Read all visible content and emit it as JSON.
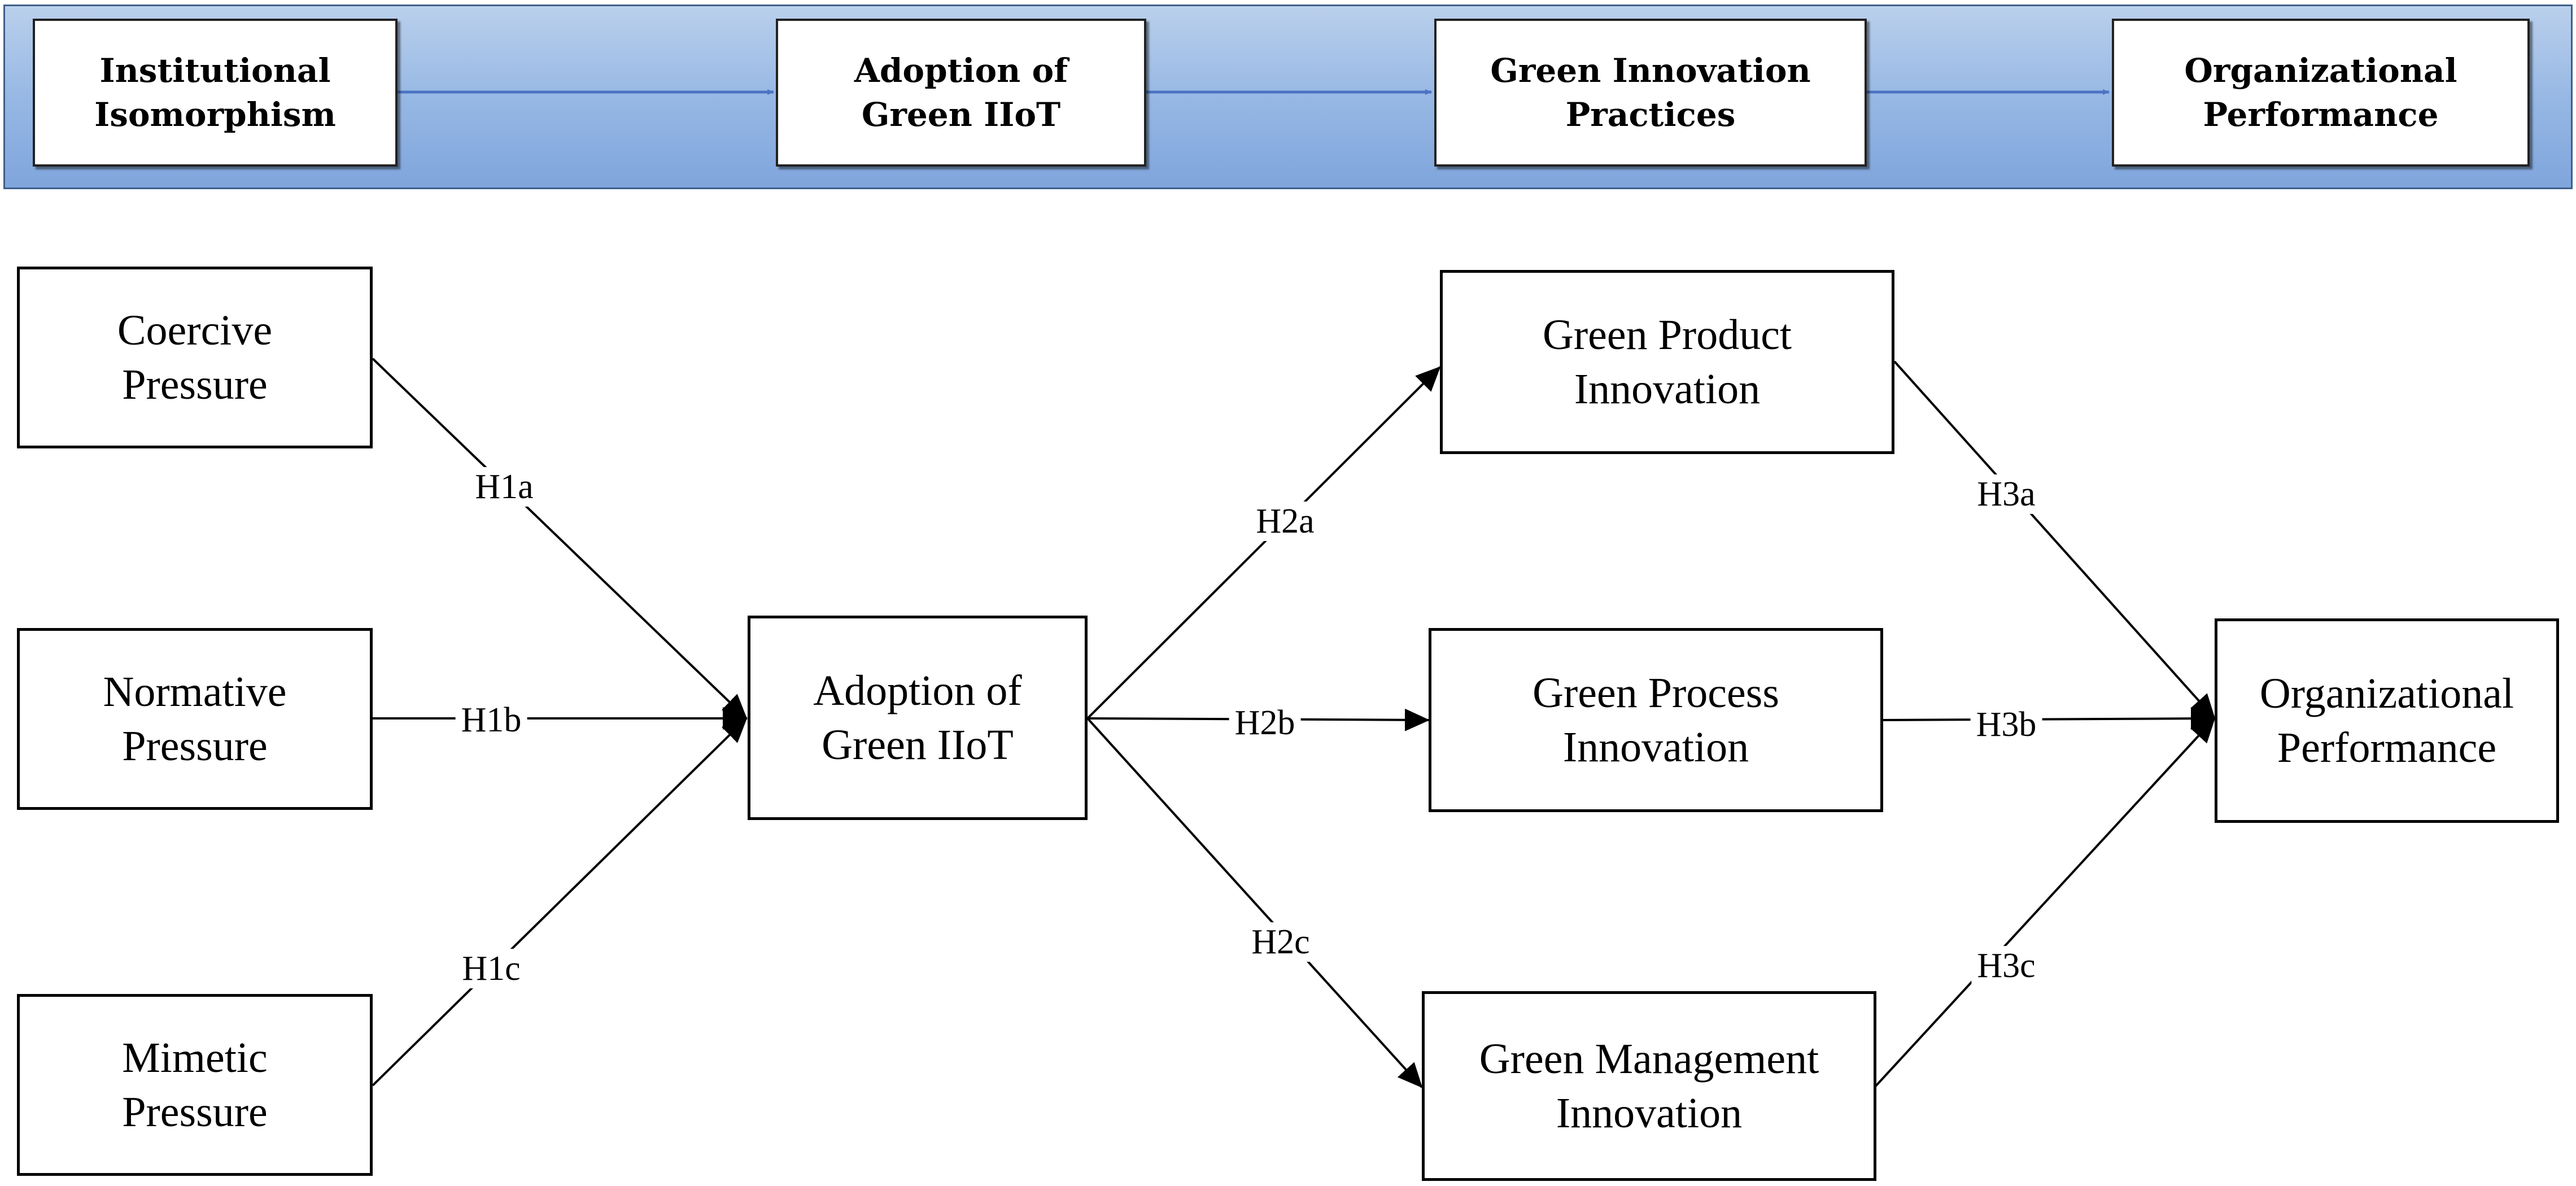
{
  "banner": {
    "stage1": "Institutional\nIsomorphism",
    "stage2": "Adoption of\nGreen IIoT",
    "stage3": "Green Innovation\nPractices",
    "stage4": "Organizational\nPerformance"
  },
  "nodes": {
    "coercive": "Coercive\nPressure",
    "normative": "Normative\nPressure",
    "mimetic": "Mimetic\nPressure",
    "adoption": "Adoption of\nGreen IIoT",
    "product": "Green Product\nInnovation",
    "process": "Green Process\nInnovation",
    "management": "Green Management\nInnovation",
    "performance": "Organizational\nPerformance"
  },
  "hypotheses": {
    "h1a": "H1a",
    "h1b": "H1b",
    "h1c": "H1c",
    "h2a": "H2a",
    "h2b": "H2b",
    "h2c": "H2c",
    "h3a": "H3a",
    "h3b": "H3b",
    "h3c": "H3c"
  }
}
